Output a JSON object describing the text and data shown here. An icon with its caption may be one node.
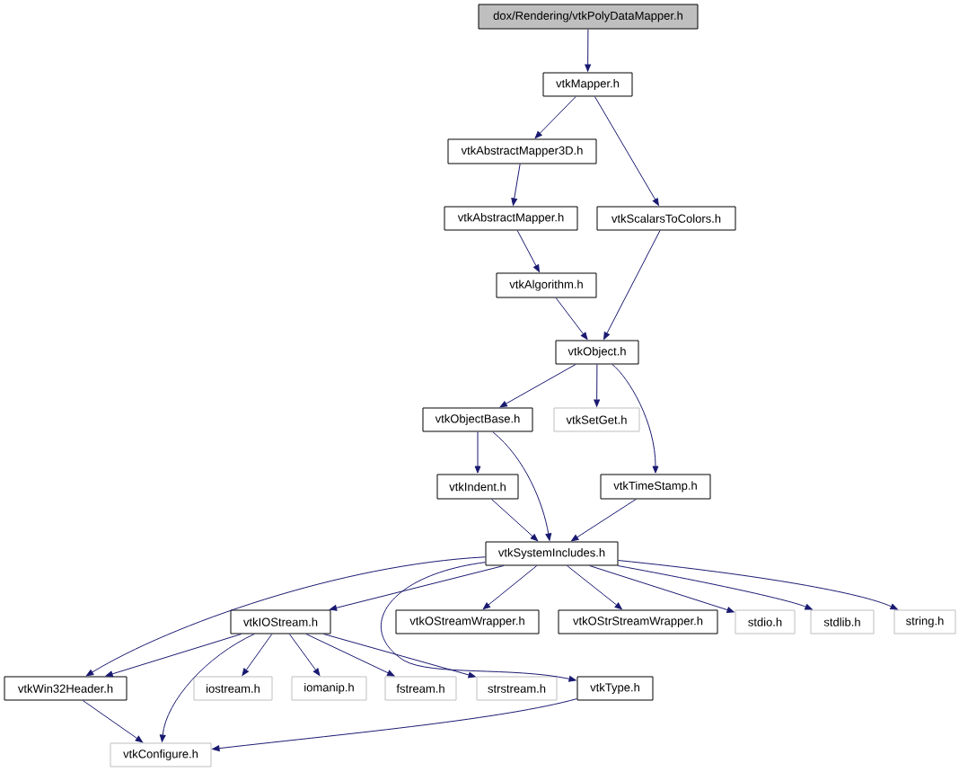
{
  "diagram": {
    "nodes": [
      {
        "text": [
          "dox/Rendering/vtkPolyDataMapper.h"
        ]
      },
      {
        "text": [
          "vtkMapper.h"
        ]
      },
      {
        "text": [
          "vtkAbstractMapper3D.h"
        ]
      },
      {
        "text": [
          "vtkAbstractMapper.h"
        ]
      },
      {
        "text": [
          "vtkScalarsToColors.h"
        ]
      },
      {
        "text": [
          "vtkAlgorithm.h"
        ]
      },
      {
        "text": [
          "vtkObject.h"
        ]
      },
      {
        "text": [
          "vtkObjectBase.h"
        ]
      },
      {
        "text": [
          "vtkSetGet.h"
        ]
      },
      {
        "text": [
          "vtkIndent.h"
        ]
      },
      {
        "text": [
          "vtkTimeStamp.h"
        ]
      },
      {
        "text": [
          "vtkSystemIncludes.h"
        ]
      },
      {
        "text": [
          "vtkIOStream.h"
        ]
      },
      {
        "text": [
          "vtkOStreamWrapper.h"
        ]
      },
      {
        "text": [
          "vtkOStrStreamWrapper.h"
        ]
      },
      {
        "text": [
          "stdio.h"
        ]
      },
      {
        "text": [
          "stdlib.h"
        ]
      },
      {
        "text": [
          "string.h"
        ]
      },
      {
        "text": [
          "vtkWin32Header.h"
        ]
      },
      {
        "text": [
          "iostream.h"
        ]
      },
      {
        "text": [
          "iomanip.h"
        ]
      },
      {
        "text": [
          "fstream.h"
        ]
      },
      {
        "text": [
          "strstream.h"
        ]
      },
      {
        "text": [
          "vtkType.h"
        ]
      },
      {
        "text": [
          "vtkConfigure.h"
        ]
      }
    ],
    "edges": [
      {
        "from": 0,
        "to": 1,
        "arrow": "to"
      },
      {
        "from": 1,
        "to": 2,
        "arrow": "to"
      },
      {
        "from": 1,
        "to": 4,
        "arrow": "to"
      },
      {
        "from": 2,
        "to": 3,
        "arrow": "to"
      },
      {
        "from": 3,
        "to": 5,
        "arrow": "to"
      },
      {
        "from": 5,
        "to": 6,
        "arrow": "to"
      },
      {
        "from": 4,
        "to": 6,
        "arrow": "to"
      },
      {
        "from": 6,
        "to": 7,
        "arrow": "to"
      },
      {
        "from": 6,
        "to": 8,
        "arrow": "to"
      },
      {
        "from": 6,
        "to": 10,
        "arrow": "to"
      },
      {
        "from": 7,
        "to": 9,
        "arrow": "to"
      },
      {
        "from": 7,
        "to": 11,
        "arrow": "to"
      },
      {
        "from": 9,
        "to": 11,
        "arrow": "to"
      },
      {
        "from": 10,
        "to": 11,
        "arrow": "to"
      },
      {
        "from": 11,
        "to": 18,
        "arrow": "to"
      },
      {
        "from": 11,
        "to": 12,
        "arrow": "to"
      },
      {
        "from": 11,
        "to": 23,
        "arrow": "to"
      },
      {
        "from": 11,
        "to": 13,
        "arrow": "to"
      },
      {
        "from": 11,
        "to": 14,
        "arrow": "to"
      },
      {
        "from": 11,
        "to": 15,
        "arrow": "to"
      },
      {
        "from": 11,
        "to": 16,
        "arrow": "to"
      },
      {
        "from": 11,
        "to": 17,
        "arrow": "to"
      },
      {
        "from": 12,
        "to": 18,
        "arrow": "to"
      },
      {
        "from": 12,
        "to": 24,
        "arrow": "to"
      },
      {
        "from": 12,
        "to": 19,
        "arrow": "to"
      },
      {
        "from": 12,
        "to": 20,
        "arrow": "to"
      },
      {
        "from": 12,
        "to": 21,
        "arrow": "to"
      },
      {
        "from": 12,
        "to": 22,
        "arrow": "to"
      },
      {
        "from": 18,
        "to": 24,
        "arrow": "to"
      },
      {
        "from": 23,
        "to": 24,
        "arrow": "to"
      }
    ]
  }
}
